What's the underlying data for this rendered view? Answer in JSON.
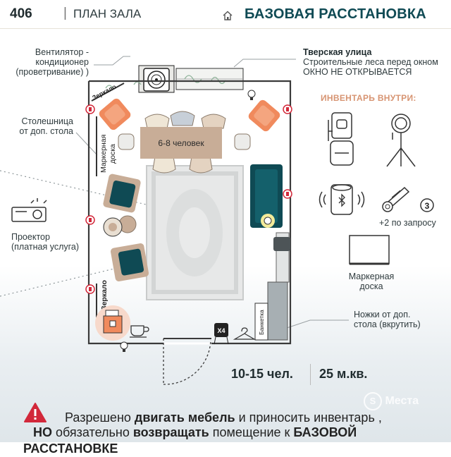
{
  "header": {
    "room": "406",
    "separator": "|",
    "subtitle": "ПЛАН ЗАЛА",
    "title": "БАЗОВАЯ РАССТАНОВКА"
  },
  "labels": {
    "fan_l1": "Вентилятор -",
    "fan_l2": "кондиционер",
    "fan_l3": "(проветривание) )",
    "street_title": "Тверская улица",
    "street_l1": "Строительные леса перед окном",
    "street_l2": "ОКНО НЕ ОТКРЫВАЕТСЯ",
    "table_l1": "Столешница",
    "table_l2": "от доп. стола",
    "projector_l1": "Проектор",
    "projector_l2": "(платная услуга)",
    "legs_l1": "Ножки от доп.",
    "legs_l2": "стола (вкрутить)",
    "board_l1": "Маркерная",
    "board_l2": "доска",
    "inv_title": "ИНВЕНТАРЬ ВНУТРИ:",
    "inv_count": "3",
    "inv_extra": "+2 по запросу",
    "plan_seats": "6-8 человек",
    "plan_mirror_top": "Зеркало",
    "plan_mirror_side": "Зеркало",
    "plan_board_v1": "Маркерная",
    "plan_board_v2": "доска",
    "plan_bench": "Банкетка",
    "plan_x4": "X4"
  },
  "stats": {
    "people": "10-15 чел.",
    "area": "25 м.кв."
  },
  "warning": {
    "l1_a": "Разрешено ",
    "l1_b": "двигать мебель",
    "l1_c": " и приносить инвентарь ,",
    "l2_a": "НО",
    "l2_b": " обязательно ",
    "l2_c": "возвращать",
    "l2_d": " помещение к ",
    "l2_e": "БАЗОВОЙ  РАССТАНОВКЕ"
  },
  "brand": "Места",
  "colors": {
    "teal": "#0f4a54",
    "orange": "#f08a5d",
    "outlet": "#d2283a",
    "accent": "#d79472",
    "beige": "#c8ad97"
  }
}
